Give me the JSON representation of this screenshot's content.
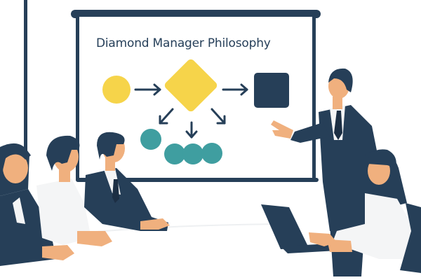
{
  "illustration": {
    "subject": "Business meeting presentation",
    "screen": {
      "title": "Diamond Manager Philosophy",
      "diagram": {
        "nodes": [
          {
            "shape": "circle",
            "color": "#f6d44a",
            "role": "input"
          },
          {
            "shape": "diamond",
            "color": "#f6d44a",
            "role": "manager"
          },
          {
            "shape": "rounded-square",
            "color": "#263f58",
            "role": "output"
          },
          {
            "shape": "circle",
            "color": "#3f9ea0",
            "role": "team-member"
          },
          {
            "shape": "circle",
            "color": "#3f9ea0",
            "role": "team-member"
          },
          {
            "shape": "circle",
            "color": "#3f9ea0",
            "role": "team-member"
          },
          {
            "shape": "circle",
            "color": "#3f9ea0",
            "role": "team-member"
          }
        ],
        "arrows": [
          "circle-to-diamond",
          "diamond-to-square",
          "diamond-down-left",
          "diamond-down",
          "diamond-down-right"
        ]
      }
    },
    "people": [
      {
        "role": "presenter",
        "attire": "navy suit"
      },
      {
        "role": "attendee",
        "attire": "navy blazer",
        "position": "far-left"
      },
      {
        "role": "attendee",
        "attire": "white shirt",
        "position": "left"
      },
      {
        "role": "attendee",
        "attire": "navy suit",
        "position": "center-left"
      },
      {
        "role": "attendee",
        "attire": "white blouse",
        "position": "right",
        "device": "laptop"
      }
    ],
    "colors": {
      "navy": "#263f58",
      "yellow": "#f6d44a",
      "teal": "#3f9ea0",
      "skin": "#f0b07e",
      "white": "#ffffff",
      "shirt": "#f4f5f6"
    }
  }
}
